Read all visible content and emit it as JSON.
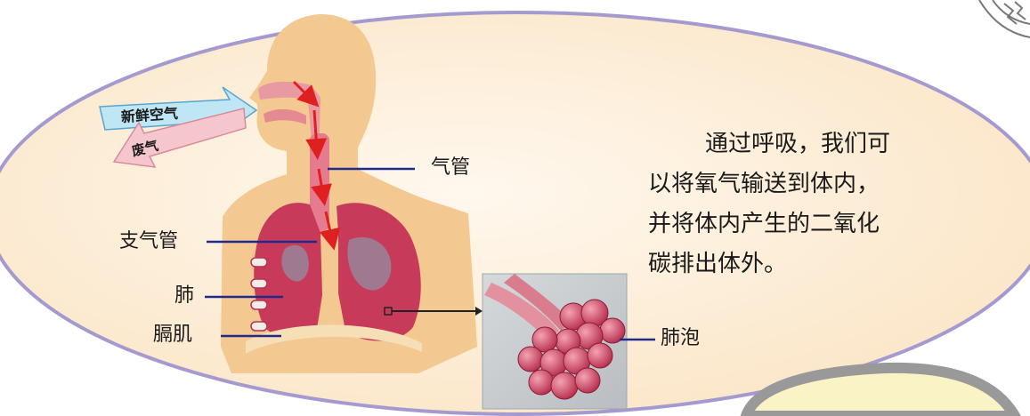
{
  "arrows": {
    "fresh_air": "新鲜空气",
    "waste_air": "废气"
  },
  "labels": {
    "trachea": "气管",
    "bronchus": "支气管",
    "lung": "肺",
    "diaphragm": "膈肌",
    "alveoli": "肺泡"
  },
  "description": {
    "lines": [
      "通过呼吸，我们可",
      "以将氧气输送到体内，",
      "并将体内产生的二氧化",
      "碳排出体外。"
    ]
  },
  "colors": {
    "bubble_fill": "#fdf0dc",
    "bubble_stroke": "#a59ad0",
    "body": "#f3c891",
    "lung": "#c83a5a",
    "arrow_red": "#e02020",
    "fresh_air_arrow": "#bfe6f5",
    "waste_air_arrow": "#f6c6cf",
    "label_line": "#1f2a8a"
  }
}
